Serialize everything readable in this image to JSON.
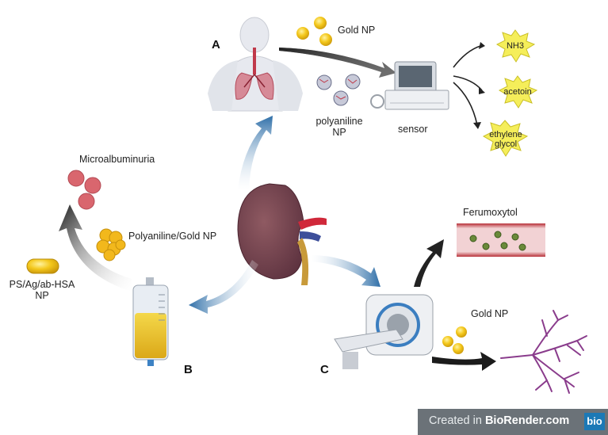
{
  "panels": {
    "a": "A",
    "b": "B",
    "c": "C"
  },
  "labels": {
    "gold_np_top": "Gold NP",
    "polyaniline_np": "polyaniline\nNP",
    "sensor": "sensor",
    "microalbuminuria": "Microalbuminuria",
    "polyaniline_gold_np": "Polyaniline/Gold NP",
    "ps_ag_np": "PS/Ag/ab-HSA\nNP",
    "ferumoxytol": "Ferumoxytol",
    "gold_np_bottom": "Gold NP"
  },
  "biomarkers": [
    "NH3",
    "acetoin",
    "ethylene\nglycol"
  ],
  "footer": {
    "prefix": "Created in ",
    "brand": "BioRender.com",
    "logo": "bio"
  },
  "colors": {
    "gold": "#f2c21b",
    "kidney": "#7a4a52",
    "arrow_blue": "#2f6fa8",
    "arrow_black": "#1b1b1b",
    "burst": "#f5ee5a",
    "vessel": "#b8323a",
    "microalbumin": "#d9666e",
    "urine": "#e9c22b",
    "vessel_tree": "#8a3c8c"
  }
}
